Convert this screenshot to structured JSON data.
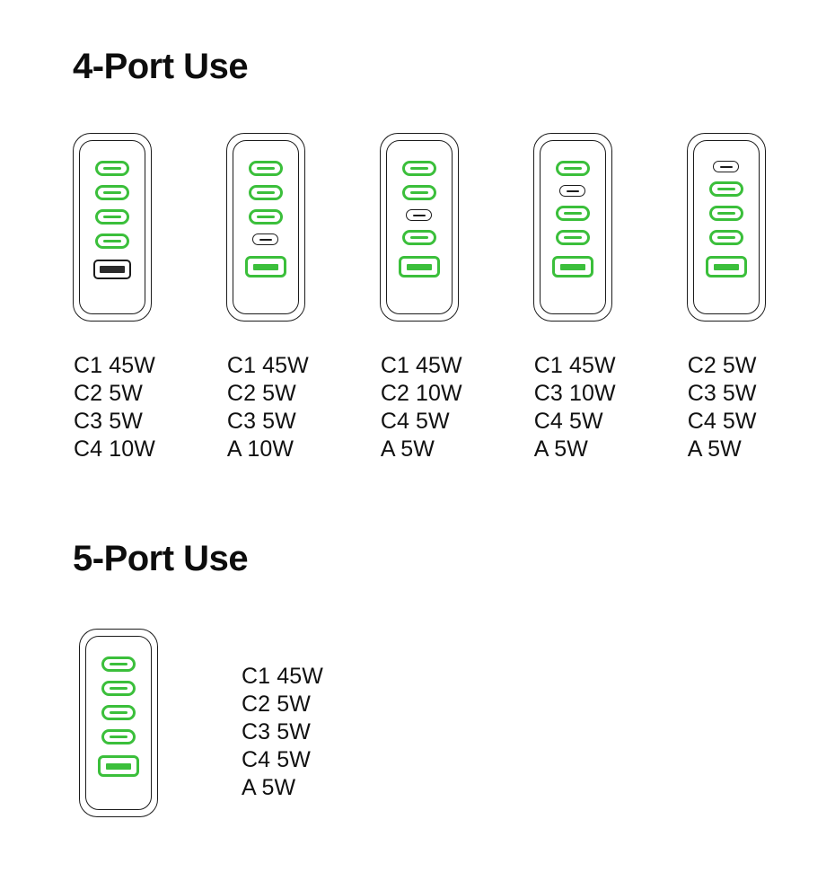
{
  "sections": [
    {
      "id": "four-port",
      "title": "4-Port Use",
      "layout": "labels-below",
      "devices": [
        {
          "name": "config-1",
          "ports": [
            {
              "type": "usb-c",
              "id": "C1",
              "active": true
            },
            {
              "type": "usb-c",
              "id": "C2",
              "active": true
            },
            {
              "type": "usb-c",
              "id": "C3",
              "active": true
            },
            {
              "type": "usb-c",
              "id": "C4",
              "active": true
            },
            {
              "type": "usb-a",
              "id": "A",
              "active": false
            }
          ],
          "specs": [
            "C1 45W",
            "C2 5W",
            "C3 5W",
            "C4 10W"
          ]
        },
        {
          "name": "config-2",
          "ports": [
            {
              "type": "usb-c",
              "id": "C1",
              "active": true
            },
            {
              "type": "usb-c",
              "id": "C2",
              "active": true
            },
            {
              "type": "usb-c",
              "id": "C3",
              "active": true
            },
            {
              "type": "usb-c",
              "id": "C4",
              "active": false
            },
            {
              "type": "usb-a",
              "id": "A",
              "active": true
            }
          ],
          "specs": [
            "C1 45W",
            "C2 5W",
            "C3 5W",
            "A 10W"
          ]
        },
        {
          "name": "config-3",
          "ports": [
            {
              "type": "usb-c",
              "id": "C1",
              "active": true
            },
            {
              "type": "usb-c",
              "id": "C2",
              "active": true
            },
            {
              "type": "usb-c",
              "id": "C3",
              "active": false
            },
            {
              "type": "usb-c",
              "id": "C4",
              "active": true
            },
            {
              "type": "usb-a",
              "id": "A",
              "active": true
            }
          ],
          "specs": [
            "C1 45W",
            "C2 10W",
            "C4 5W",
            "A 5W"
          ]
        },
        {
          "name": "config-4",
          "ports": [
            {
              "type": "usb-c",
              "id": "C1",
              "active": true
            },
            {
              "type": "usb-c",
              "id": "C2",
              "active": false
            },
            {
              "type": "usb-c",
              "id": "C3",
              "active": true
            },
            {
              "type": "usb-c",
              "id": "C4",
              "active": true
            },
            {
              "type": "usb-a",
              "id": "A",
              "active": true
            }
          ],
          "specs": [
            "C1 45W",
            "C3 10W",
            "C4 5W",
            "A 5W"
          ]
        },
        {
          "name": "config-5",
          "ports": [
            {
              "type": "usb-c",
              "id": "C1",
              "active": false
            },
            {
              "type": "usb-c",
              "id": "C2",
              "active": true
            },
            {
              "type": "usb-c",
              "id": "C3",
              "active": true
            },
            {
              "type": "usb-c",
              "id": "C4",
              "active": true
            },
            {
              "type": "usb-a",
              "id": "A",
              "active": true
            }
          ],
          "specs": [
            "C2 5W",
            "C3 5W",
            "C4 5W",
            "A 5W"
          ]
        }
      ]
    },
    {
      "id": "five-port",
      "title": "5-Port Use",
      "layout": "labels-right",
      "devices": [
        {
          "name": "config-6",
          "ports": [
            {
              "type": "usb-c",
              "id": "C1",
              "active": true
            },
            {
              "type": "usb-c",
              "id": "C2",
              "active": true
            },
            {
              "type": "usb-c",
              "id": "C3",
              "active": true
            },
            {
              "type": "usb-c",
              "id": "C4",
              "active": true
            },
            {
              "type": "usb-a",
              "id": "A",
              "active": true
            }
          ],
          "specs": [
            "C1 45W",
            "C2 5W",
            "C3 5W",
            "C4 5W",
            "A 5W"
          ]
        }
      ]
    }
  ],
  "colors": {
    "active_port": "#3bbf3b",
    "inactive_port": "#1b1b1b",
    "text": "#111111",
    "background": "#ffffff"
  }
}
